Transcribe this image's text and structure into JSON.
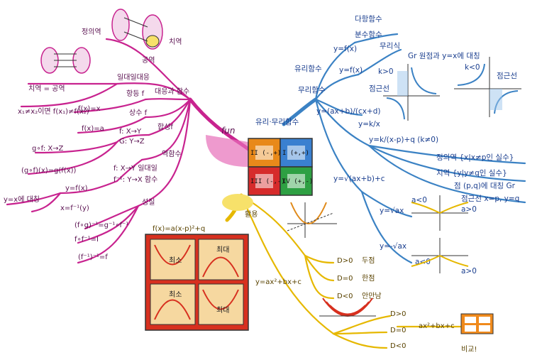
{
  "center": {
    "title": "fun",
    "quadrants": [
      "II (-,+)",
      "I (+,+)",
      "III (-,-)",
      "IV (+,-)"
    ]
  },
  "left_branch": {
    "main": "대응과 함수",
    "domain_label": "정의역",
    "codomain_label": "치역",
    "range_label": "공역",
    "one_to_one": "일대일대응",
    "range_eq": "치역 = 공역",
    "injective_cond": "x₁≠x₂이면 f(x₁)≠f(x₂)",
    "identity": "항등 f",
    "identity_eq": "f(x)=x",
    "constant": "상수 f",
    "constant_eq": "f(x)=a",
    "composite": "합성f",
    "composite_f": "f: X→Y",
    "composite_g": "G: Y→Z",
    "gof_map": "g∘f: X→Z",
    "gof_eq": "(g∘f)(x)=g(f(x))",
    "inverse": "역함수",
    "inverse_f": "f: X→Y 일대일",
    "inverse_finv": "f⁻¹: Y→X 함수",
    "yx_sym": "y=x에 대칭",
    "y_fx": "y=f(x)",
    "x_finv": "x=f⁻¹(y)",
    "property": "성질",
    "prop1": "(f∘g)⁻¹=g⁻¹∘f⁻¹",
    "prop2": "f∘f⁻¹=I",
    "prop3": "(f⁻¹)⁻¹=f"
  },
  "right_branch": {
    "main": "유리·무리함수",
    "rational": "유리함수",
    "rational_int": "y=f(x)",
    "rational_poly": "다항함수",
    "rational_frac": "분수함수",
    "irrational": "무리함수",
    "irrational_eq": "y=f(x)",
    "irrational_label": "무리식",
    "form1": "y=(ax+b)/(cx+d)",
    "form2": "y=k/x",
    "sym_note": "Gr 원점과 y=x에 대칭",
    "k_pos": "k>0",
    "k_neg": "k<0",
    "asymptote": "점근선",
    "shift_form": "y=k/(x-p)+q (k≠0)",
    "shift_domain": "정의역 {x|x≠p인 실수}",
    "shift_range": "치역 {y|y≠q인 실수}",
    "shift_sym": "점 (p,q)에 대칭 Gr",
    "shift_asym": "점근선 x=p, y=q",
    "root_form": "y=√(ax+b)+c",
    "root_pos": "y=√ax",
    "root_neg": "y=-√ax",
    "a_neg": "a<0",
    "a_pos": "a>0"
  },
  "bottom_branch": {
    "apply": "활용",
    "vertex_form": "f(x)=a(x-p)²+q",
    "quad_form": "y=ax²+bx+c",
    "d_pos": "D>0",
    "d_pos_label": "두점",
    "d_zero": "D=0",
    "d_zero_label": "한점",
    "d_neg": "D<0",
    "d_neg_label": "안만남",
    "ineq_form": "ax²+bx+c",
    "ineq_dpos": "D>0",
    "ineq_dzero": "D=0",
    "ineq_dneg": "D<0",
    "compare": "비교!",
    "grid_labels": [
      "최소",
      "최대",
      "최소",
      "최대"
    ]
  },
  "colors": {
    "magenta": "#c8238f",
    "blue": "#3b82c4",
    "yellow": "#e6b800",
    "red": "#d7301f",
    "green": "#1f9a3a",
    "orange": "#f08a1c"
  }
}
